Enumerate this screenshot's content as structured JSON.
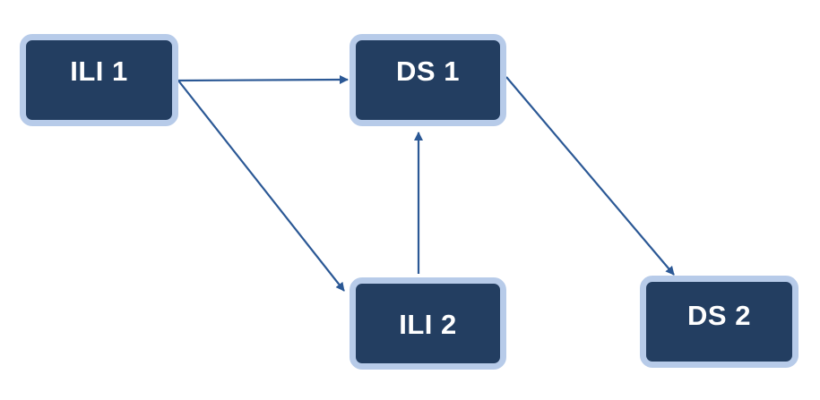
{
  "diagram": {
    "colors": {
      "node_fill": "#233e61",
      "node_border": "#b7cbe9",
      "node_text": "#ffffff",
      "edge": "#2b5895"
    },
    "nodes": {
      "ili1": {
        "label": "ILI 1"
      },
      "ds1": {
        "label": "DS 1"
      },
      "ili2": {
        "label": "ILI 2"
      },
      "ds2": {
        "label": "DS 2"
      }
    },
    "edges": [
      {
        "from": "ILI 1",
        "to": "DS 1"
      },
      {
        "from": "ILI 1",
        "to": "ILI 2"
      },
      {
        "from": "ILI 2",
        "to": "DS 1"
      },
      {
        "from": "DS 1",
        "to": "DS 2"
      }
    ]
  }
}
